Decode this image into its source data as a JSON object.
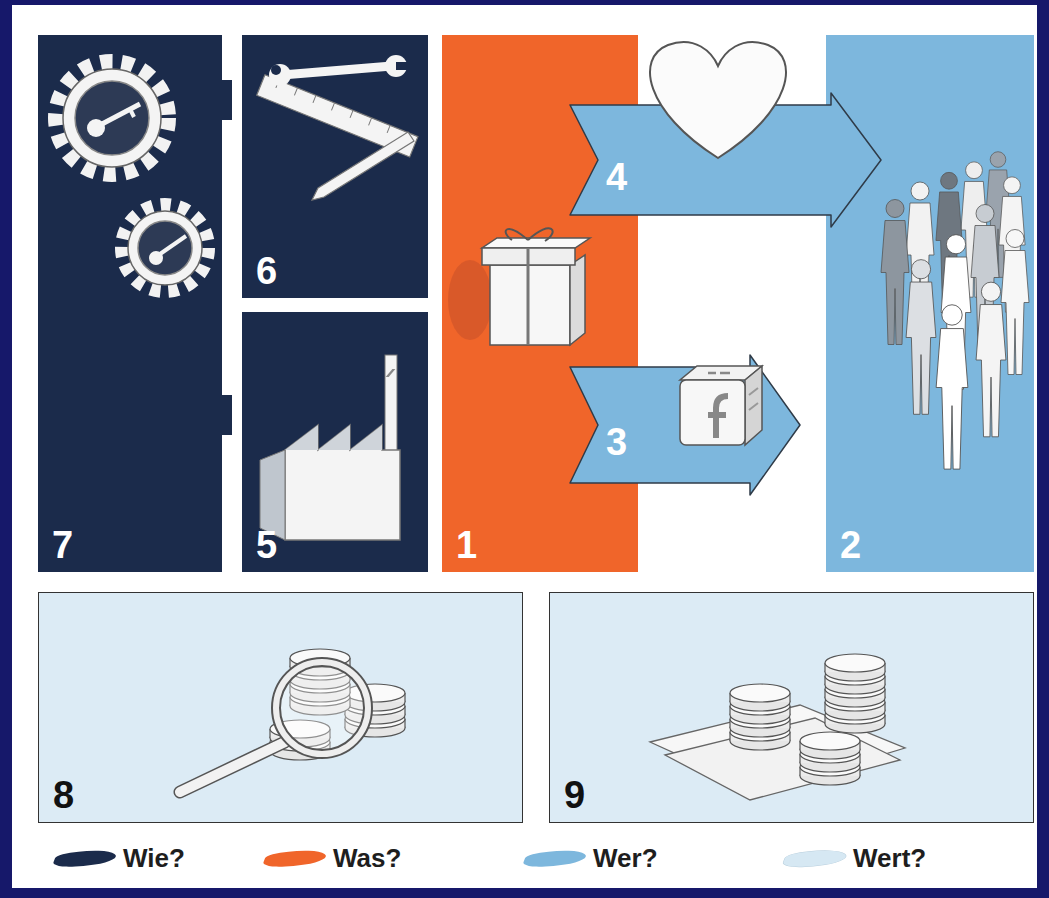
{
  "diagram": {
    "nodes": [
      {
        "text": [
          "7"
        ]
      },
      {
        "text": [
          "6"
        ]
      },
      {
        "text": [
          "5"
        ]
      },
      {
        "text": [
          "1"
        ]
      },
      {
        "text": [
          "2"
        ]
      },
      {
        "text": [
          "8"
        ]
      },
      {
        "text": [
          "9"
        ]
      }
    ],
    "edges": [
      {
        "from": 3,
        "to": 4,
        "arrow": "to",
        "label": "4"
      },
      {
        "from": 3,
        "to": 4,
        "arrow": "to",
        "label": "3"
      }
    ],
    "legend": [
      {
        "text": "Wie?",
        "color": "#1b2b4b"
      },
      {
        "text": "Was?",
        "color": "#f0652a"
      },
      {
        "text": "Wer?",
        "color": "#7db7dd"
      },
      {
        "text": "Wert?",
        "color": "#d6e8f3"
      }
    ]
  }
}
